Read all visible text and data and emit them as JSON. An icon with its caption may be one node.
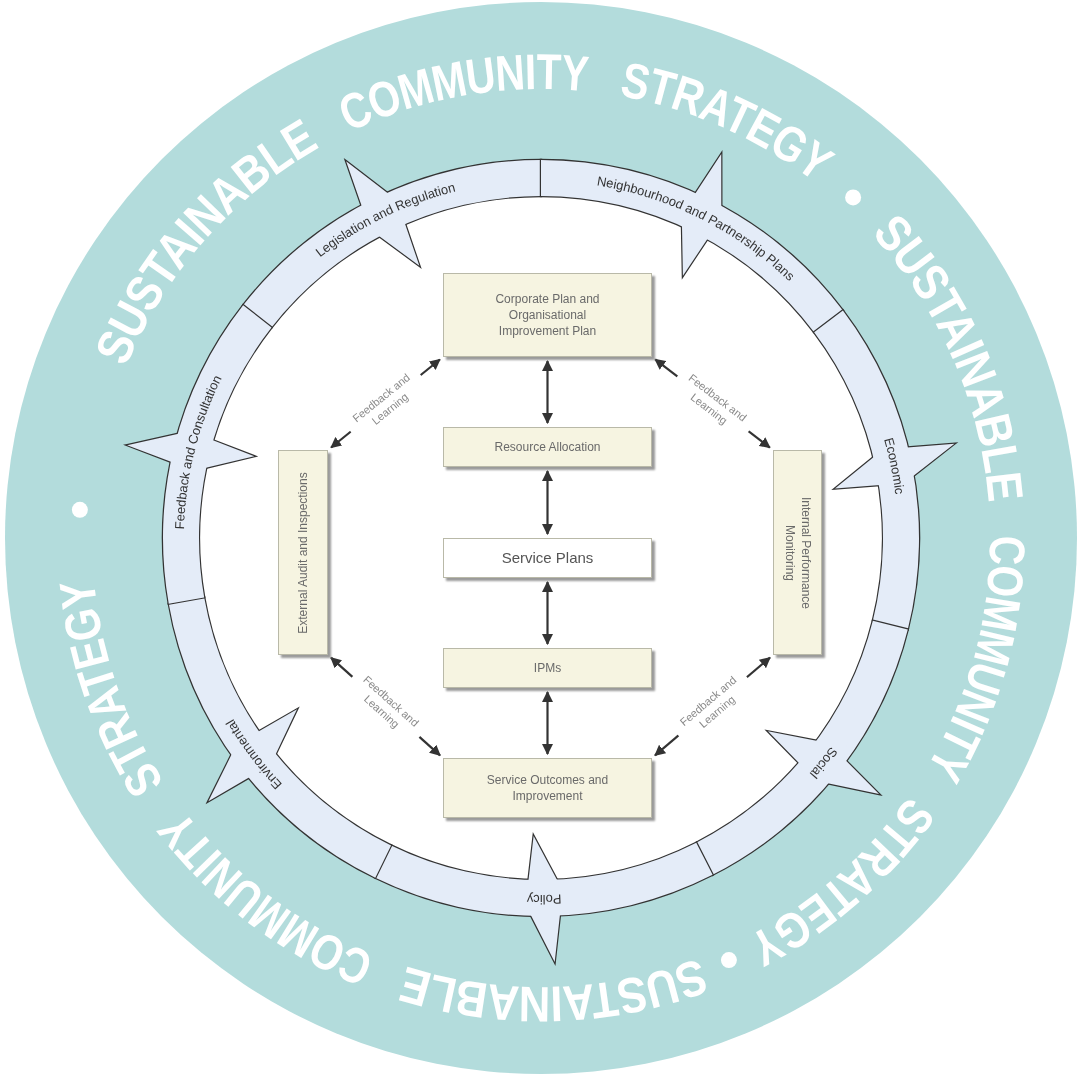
{
  "diagram": {
    "nodes": [
      {
        "text": [
          "SUSTAINABLE",
          "COMMUNITY",
          "STRATEGY",
          "SUSTAINABLE",
          "COMMUNITY",
          "STRATEGY",
          "SUSTAINABLE",
          "COMMUNITY",
          "STRATEGY"
        ]
      },
      {
        "text": [
          "Legislation and Regulation"
        ],
        "in": 0
      },
      {
        "text": [
          "Neighbourhood and Partnership Plans"
        ],
        "in": 0
      },
      {
        "text": [
          "Economic"
        ],
        "in": 0
      },
      {
        "text": [
          "Social"
        ],
        "in": 0
      },
      {
        "text": [
          "Policy"
        ],
        "in": 0
      },
      {
        "text": [
          "Environmental"
        ],
        "in": 0
      },
      {
        "text": [
          "Feedback and Consultation"
        ],
        "in": 0
      },
      {
        "text": [
          "Corporate Plan and Organisational Improvement Plan"
        ],
        "in": 0
      },
      {
        "text": [
          "Resource Allocation"
        ],
        "in": 0
      },
      {
        "text": [
          "External Audit and Inspections"
        ],
        "in": 0
      },
      {
        "text": [
          "Internal Performance Monitoring"
        ],
        "in": 0
      },
      {
        "text": [
          "Service Plans"
        ],
        "in": 0
      },
      {
        "text": [
          "IPMs"
        ],
        "in": 0
      },
      {
        "text": [
          "Service Outcomes and Improvement"
        ],
        "in": 0
      }
    ],
    "edges": [
      {
        "from": 8,
        "to": 9,
        "arrow": "both"
      },
      {
        "from": 9,
        "to": 12,
        "arrow": "both"
      },
      {
        "from": 12,
        "to": 13,
        "arrow": "both"
      },
      {
        "from": 13,
        "to": 14,
        "arrow": "both"
      },
      {
        "from": 8,
        "to": 10,
        "arrow": "both",
        "label": "Feedback and Learning"
      },
      {
        "from": 8,
        "to": 11,
        "arrow": "both",
        "label": "Feedback and Learning"
      },
      {
        "from": 10,
        "to": 14,
        "arrow": "both",
        "label": "Feedback and Learning"
      },
      {
        "from": 14,
        "to": 11,
        "arrow": "both",
        "label": "Feedback and Learning"
      }
    ]
  }
}
